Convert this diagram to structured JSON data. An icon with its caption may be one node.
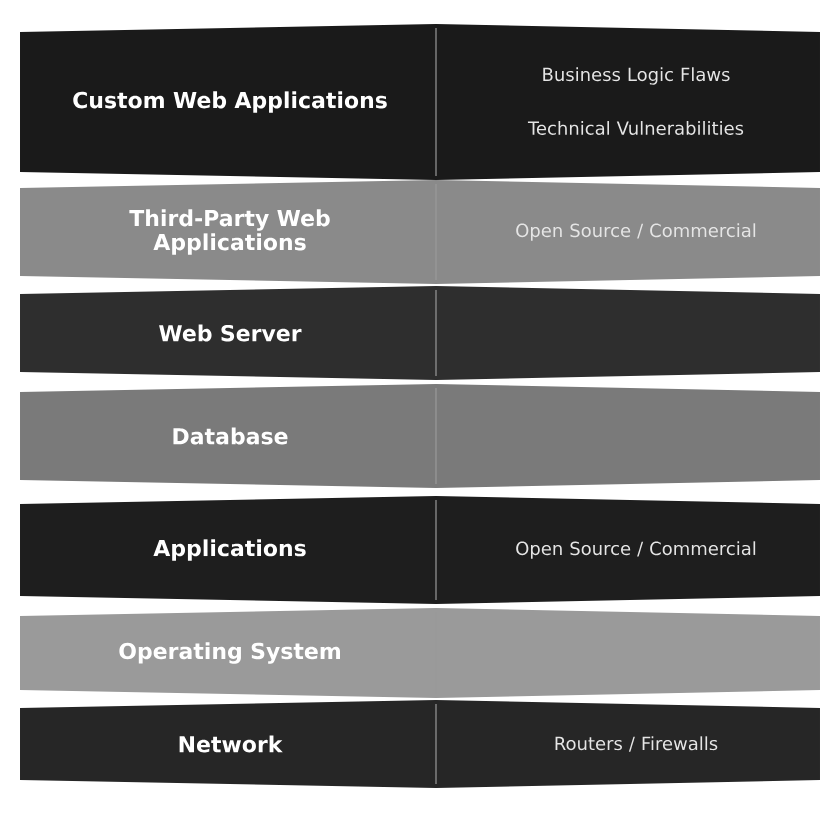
{
  "diagram": {
    "nodes": [
      {
        "text": [
          "Custom Web Applications",
          "Business Logic Flaws",
          "Technical Vulnerabilities"
        ]
      },
      {
        "text": [
          "Third-Party Web Applications",
          "Open Source / Commercial"
        ]
      },
      {
        "text": [
          "Web Server"
        ]
      },
      {
        "text": [
          "Database"
        ]
      },
      {
        "text": [
          "Applications",
          "Open Source / Commercial"
        ]
      },
      {
        "text": [
          "Operating System"
        ]
      },
      {
        "text": [
          "Network",
          "Routers / Firewalls"
        ]
      }
    ]
  }
}
